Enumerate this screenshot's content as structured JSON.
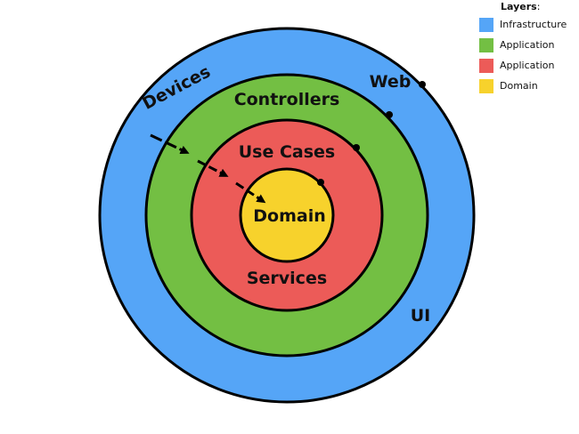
{
  "legend": {
    "title": "Layers",
    "title_suffix": ":",
    "items": [
      {
        "label": "Infrastructure",
        "color": "#55a5f7"
      },
      {
        "label": "Application",
        "color": "#73bf43"
      },
      {
        "label": "Application",
        "color": "#ec5b58"
      },
      {
        "label": "Domain",
        "color": "#f7d22c"
      }
    ]
  },
  "rings": {
    "infrastructure": {
      "color": "#55a5f7",
      "labels": {
        "devices": "Devices",
        "web": "Web",
        "ui": "UI"
      }
    },
    "controllers": {
      "color": "#73bf43",
      "label": "Controllers"
    },
    "use_cases": {
      "color": "#ec5b58",
      "label": "Use Cases",
      "bottom_label": "Services"
    },
    "domain": {
      "color": "#f7d22c",
      "label": "Domain"
    }
  },
  "outline_color": "#000000"
}
